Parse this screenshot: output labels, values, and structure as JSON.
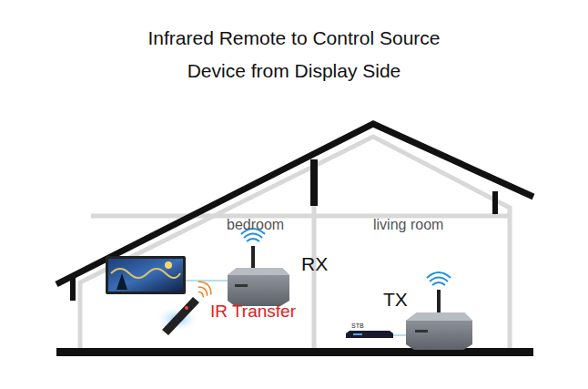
{
  "diagram": {
    "title": "Infrared Remote to Control Source Device from Display Side",
    "labels": [
      "bedroom",
      "living room",
      "RX",
      "TX",
      "IR Transfer",
      "STB"
    ]
  }
}
